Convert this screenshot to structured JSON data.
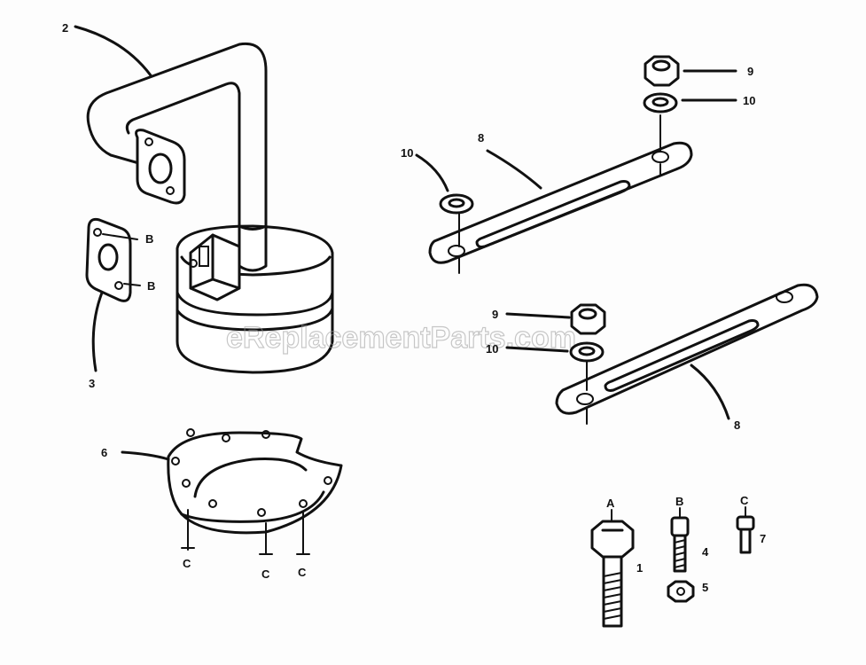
{
  "watermark": "eReplacementParts.com",
  "callouts": {
    "c1": "1",
    "c2": "2",
    "c3": "3",
    "c4": "4",
    "c5": "5",
    "c6": "6",
    "c7": "7",
    "c8a": "8",
    "c8b": "8",
    "c9a": "9",
    "c9b": "9",
    "c10a": "10",
    "c10b": "10",
    "c10c": "10",
    "bA": "A",
    "bB": "B",
    "bC": "C",
    "gasketB1": "B",
    "gasketB2": "B",
    "flangeC1": "C",
    "flangeC2": "C",
    "flangeC3": "C"
  }
}
